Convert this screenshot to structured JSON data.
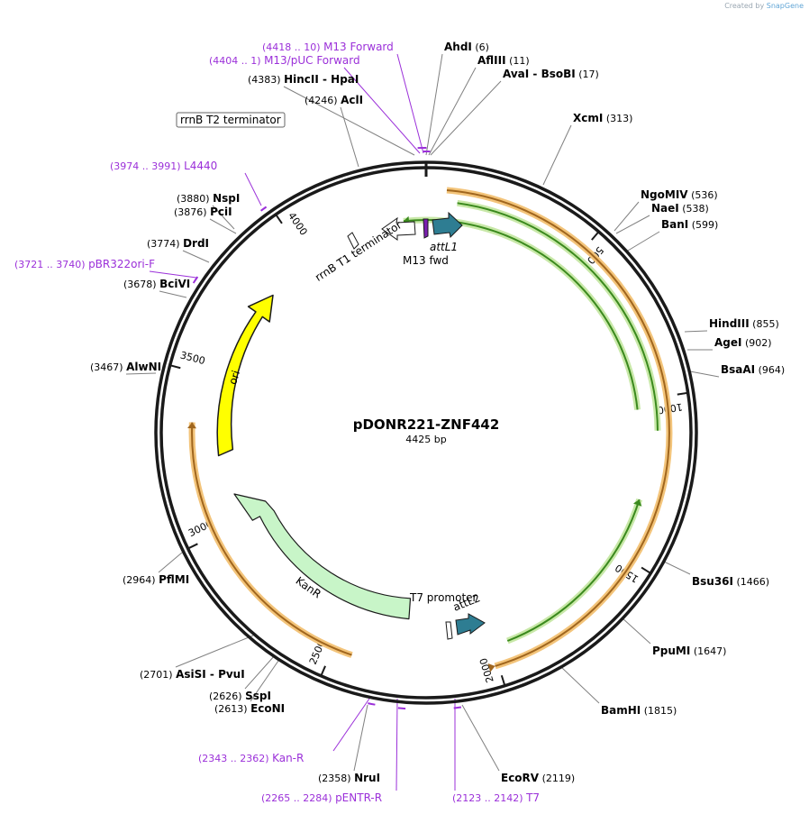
{
  "credit": {
    "prefix": "Created by",
    "brand": "SnapGene"
  },
  "plasmid": {
    "name": "pDONR221-ZNF442",
    "size": "4425 bp",
    "length": 4425
  },
  "colors": {
    "backbone": "#1a1a1a",
    "primer": "#9b30d9",
    "cut_line": "#808080",
    "orf_glow": "#f3c47a",
    "orf_line": "#a0661e",
    "green_glow": "#c8e8a8",
    "green_line": "#3b8a1e",
    "ori": "#ffff00",
    "kanr": "#c8f5c8",
    "att": "#2e7d92",
    "m13_purple": "#7a1fb0"
  },
  "ticks": [
    "500",
    "1000",
    "1500",
    "2000",
    "2500",
    "3000",
    "3500",
    "4000"
  ],
  "enzymes": [
    {
      "name": "AhdI",
      "pos": "(6)"
    },
    {
      "name": "AflIII",
      "pos": "(11)"
    },
    {
      "name": "AvaI",
      "name2": "BsoBI",
      "pos": "(17)"
    },
    {
      "name": "XcmI",
      "pos": "(313)"
    },
    {
      "name": "NgoMIV",
      "pos": "(536)"
    },
    {
      "name": "NaeI",
      "pos": "(538)"
    },
    {
      "name": "BanI",
      "pos": "(599)"
    },
    {
      "name": "HindIII",
      "pos": "(855)"
    },
    {
      "name": "AgeI",
      "pos": "(902)"
    },
    {
      "name": "BsaAI",
      "pos": "(964)"
    },
    {
      "name": "Bsu36I",
      "pos": "(1466)"
    },
    {
      "name": "PpuMI",
      "pos": "(1647)"
    },
    {
      "name": "BamHI",
      "pos": "(1815)"
    },
    {
      "name": "EcoRV",
      "pos": "(2119)"
    },
    {
      "name": "NruI",
      "pos": "(2358)"
    },
    {
      "name": "EcoNI",
      "pos": "(2613)"
    },
    {
      "name": "SspI",
      "pos": "(2626)"
    },
    {
      "name": "AsiSI",
      "name2": "PvuI",
      "pos": "(2701)"
    },
    {
      "name": "PflMI",
      "pos": "(2964)"
    },
    {
      "name": "AlwNI",
      "pos": "(3467)"
    },
    {
      "name": "BciVI",
      "pos": "(3678)"
    },
    {
      "name": "DrdI",
      "pos": "(3774)"
    },
    {
      "name": "PciI",
      "pos": "(3876)"
    },
    {
      "name": "NspI",
      "pos": "(3880)"
    },
    {
      "name": "AclI",
      "pos": "(4246)"
    },
    {
      "name": "HincII",
      "name2": "HpaI",
      "pos": "(4383)"
    }
  ],
  "primers": [
    {
      "name": "M13 Forward",
      "range": "(4418 .. 10)"
    },
    {
      "name": "M13/pUC Forward",
      "range": "(4404 .. 1)"
    },
    {
      "name": "L4440",
      "range": "(3974 .. 3991)"
    },
    {
      "name": "pBR322ori-F",
      "range": "(3721 .. 3740)"
    },
    {
      "name": "Kan-R",
      "range": "(2343 .. 2362)"
    },
    {
      "name": "pENTR-R",
      "range": "(2265 .. 2284)"
    },
    {
      "name": "T7",
      "range": "(2123 .. 2142)"
    }
  ],
  "features": {
    "rrnB_T2": "rrnB T2 terminator",
    "rrnB_T1": "rrnB T1 terminator",
    "attL1": "attL1",
    "m13fwd": "M13 fwd",
    "ori": "ori",
    "kanr": "KanR",
    "t7": "T7 promoter",
    "attL2": "attL2"
  }
}
